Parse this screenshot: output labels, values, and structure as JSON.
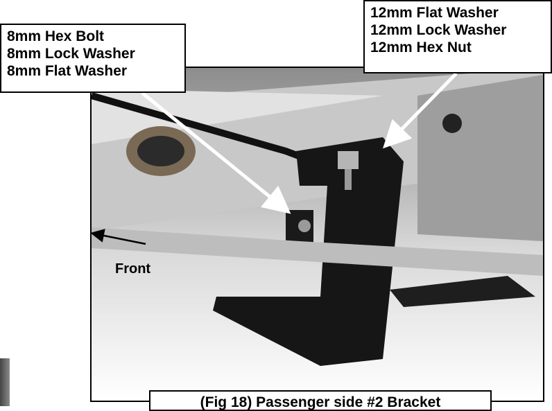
{
  "callouts": {
    "left": [
      "8mm Hex Bolt",
      "8mm Lock Washer",
      "8mm Flat Washer"
    ],
    "right": [
      "12mm Flat Washer",
      "12mm Lock Washer",
      "12mm Hex Nut"
    ]
  },
  "front_label": "Front",
  "caption": "(Fig 18) Passenger side #2 Bracket"
}
